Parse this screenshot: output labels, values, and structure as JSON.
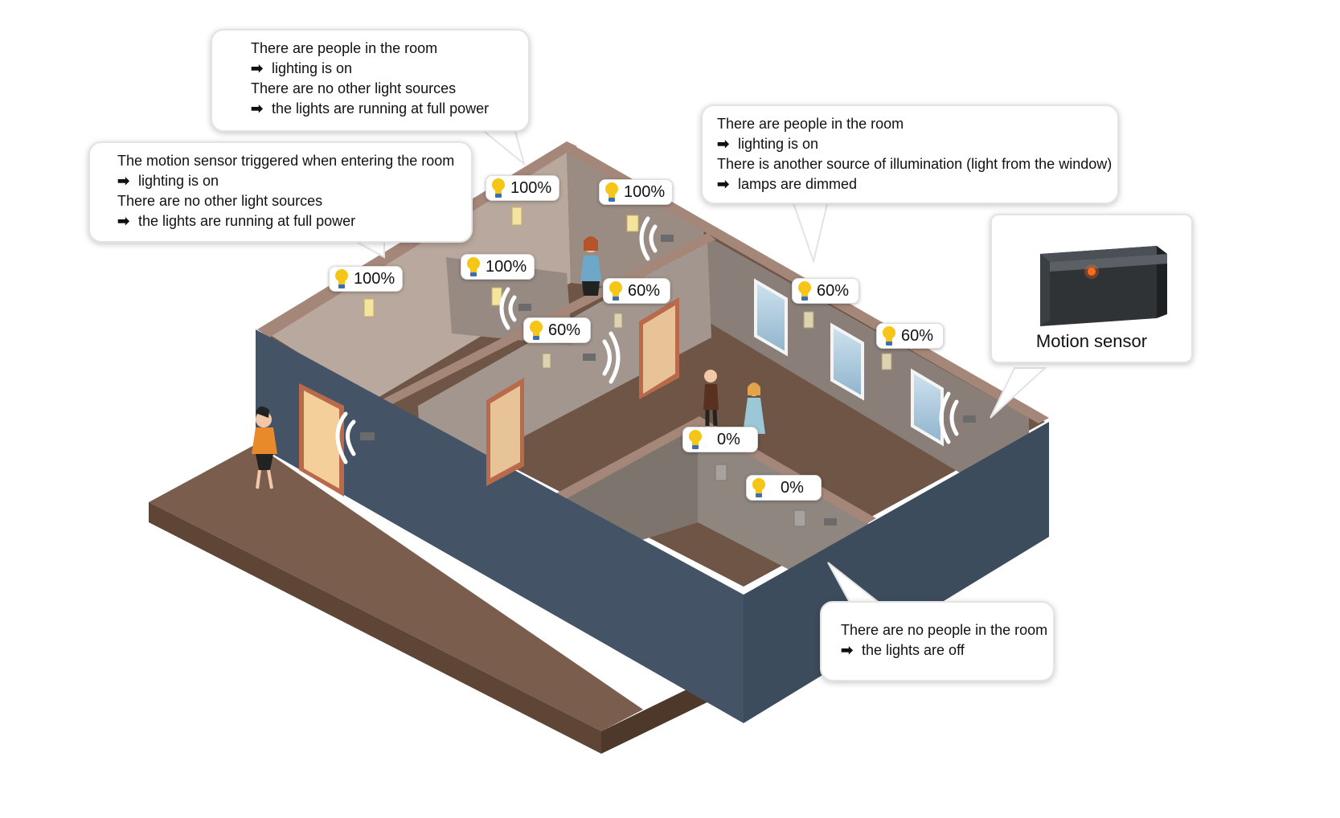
{
  "callouts": {
    "top_left_room": {
      "l1": "There are people in the room",
      "l2": "lighting is on",
      "l3": "There are no other light sources",
      "l4": "the lights are running at full power"
    },
    "entrance": {
      "l1": "The motion sensor triggered when entering the room",
      "l2": "lighting is on",
      "l3": "There are no other light sources",
      "l4": "the lights are running at full power"
    },
    "window_room": {
      "l1": "There are people in the room",
      "l2": "lighting is on",
      "l3": "There is another source of illumination (light from the window)",
      "l4": "lamps are dimmed"
    },
    "empty_room": {
      "l1": "There are no people in the room",
      "l2": "the lights are off"
    },
    "arrow_symbol": "➡"
  },
  "sensor_card": {
    "label": "Motion sensor"
  },
  "badges": [
    "100%",
    "100%",
    "100%",
    "100%",
    "60%",
    "60%",
    "60%",
    "60%",
    "0%",
    "0%"
  ],
  "colors": {
    "outer_wall": "#445466",
    "wall_top": "#a5877a",
    "floor": "#7a5d4c",
    "inner_wall_light": "#b3a79f",
    "inner_wall_dark": "#8a7e78",
    "door": "#f5cf9a",
    "bulb": "#f5c518"
  }
}
